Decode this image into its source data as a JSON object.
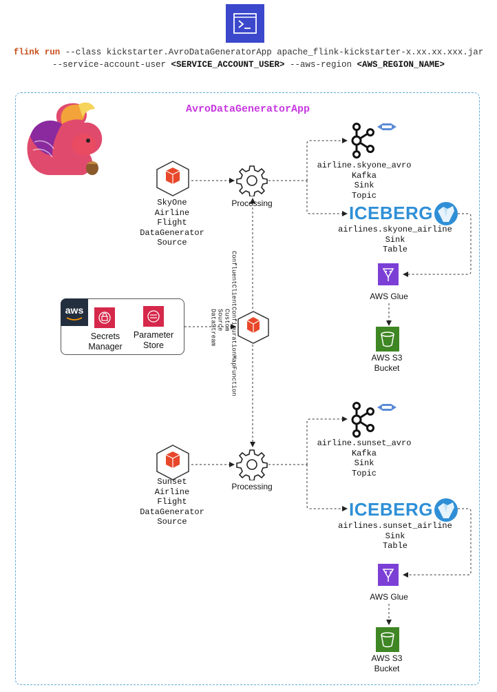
{
  "command": {
    "line1_kw": "flink run",
    "line1_rest": " --class kickstarter.AvroDataGeneratorApp apache_flink-kickstarter-x.xx.xx.xxx.jar",
    "line2_pre": "--service-account-user ",
    "line2_user": "<SERVICE_ACCOUNT_USER>",
    "line2_mid": " --aws-region ",
    "line2_region": "<AWS_REGION_NAME>"
  },
  "app": {
    "title": "AvroDataGeneratorApp"
  },
  "skyone": {
    "source": [
      "SkyOne",
      "Airline",
      "Flight",
      "DataGenerator",
      "Source"
    ],
    "processing": "Processing",
    "kafka": [
      "airline.skyone_avro",
      "Kafka",
      "Sink",
      "Topic"
    ],
    "iceberg_logo": "ICEBERG",
    "iceberg": [
      "airlines.skyone_airline",
      "Sink",
      "Table"
    ],
    "glue": "AWS Glue",
    "s3": [
      "AWS S3",
      "Bucket"
    ]
  },
  "sunset": {
    "source": [
      "Sunset",
      "Airline",
      "Flight",
      "DataGenerator",
      "Source"
    ],
    "processing": "Processing",
    "kafka": [
      "airline.sunset_avro",
      "Kafka",
      "Sink",
      "Topic"
    ],
    "iceberg_logo": "ICEBERG",
    "iceberg": [
      "airlines.sunset_airline",
      "Sink",
      "Table"
    ],
    "glue": "AWS Glue",
    "s3": [
      "AWS S3",
      "Bucket"
    ]
  },
  "aws_panel": {
    "logo": "aws",
    "secrets": [
      "Secrets",
      "Manager"
    ],
    "params": [
      "Parameter",
      "Store"
    ]
  },
  "custom_source": {
    "lines": [
      "ConfluentClientConfigurationMapFunction",
      "Custom",
      "Source",
      "DataStream"
    ]
  },
  "colors": {
    "command_icon": "#3b48cc",
    "app_title": "#c738e0",
    "aws_orange": "#e8472a",
    "glue": "#7b3fd6",
    "s3": "#3f8624",
    "iceberg": "#2f8fd6",
    "secrets": "#d6284a",
    "params": "#d6284a",
    "frame": "#5ea9d6"
  },
  "icons": [
    "terminal-icon",
    "flink-squirrel-icon",
    "ec2-cube-icon",
    "gear-icon",
    "kafka-icon",
    "iceberg-logo",
    "glue-icon",
    "s3-bucket-icon",
    "secrets-manager-icon",
    "parameter-store-icon",
    "aws-logo"
  ]
}
